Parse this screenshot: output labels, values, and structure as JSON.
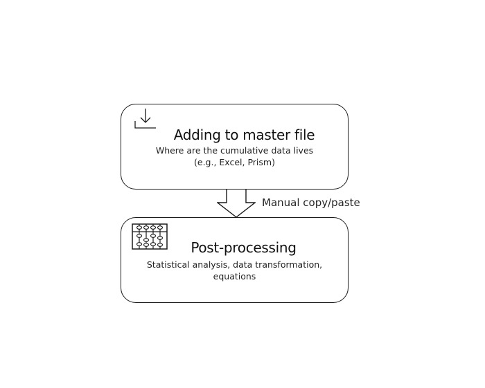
{
  "nodes": [
    {
      "title": "Adding to master file",
      "subtitle_lines": [
        "Where are the cumulative data lives",
        "(e.g., Excel, Prism)"
      ],
      "icon": "download-icon"
    },
    {
      "title": "Post-processing",
      "subtitle_lines": [
        "Statistical analysis,  data transformation,",
        "equations"
      ],
      "icon": "abacus-icon"
    }
  ],
  "edges": [
    {
      "from": "Adding to master file",
      "to": "Post-processing",
      "label": "Manual copy/paste"
    }
  ],
  "colors": {
    "stroke": "#1a1a1a",
    "background": "#ffffff",
    "text": "#111111"
  }
}
